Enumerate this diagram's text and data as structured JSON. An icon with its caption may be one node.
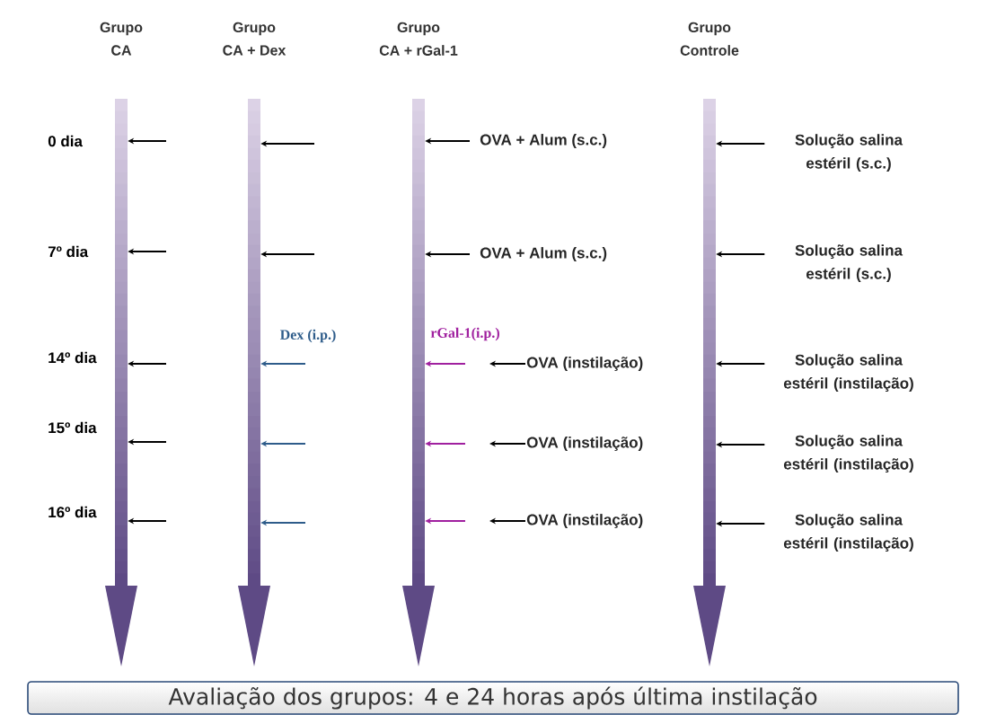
{
  "diagram": {
    "nodes": [
      {
        "text": [
          "Grupo",
          "CA"
        ]
      },
      {
        "text": [
          "Grupo",
          "CA + Dex"
        ]
      },
      {
        "text": [
          "Grupo",
          "CA + rGal-1"
        ]
      },
      {
        "text": [
          "Grupo",
          "Controle"
        ]
      },
      {
        "text": [
          "OVA + Alum (s.c.)"
        ]
      },
      {
        "text": [
          "OVA + Alum (s.c.)"
        ]
      },
      {
        "text": [
          "OVA (instilação)"
        ]
      },
      {
        "text": [
          "OVA (instilação)"
        ]
      },
      {
        "text": [
          "OVA (instilação)"
        ]
      },
      {
        "text": [
          "Solução salina estéril (s.c.)"
        ]
      },
      {
        "text": [
          "Solução salina estéril (s.c.)"
        ]
      },
      {
        "text": [
          "Solução salina estéril (instilação)"
        ]
      },
      {
        "text": [
          "Solução salina estéril (instilação)"
        ]
      },
      {
        "text": [
          "Solução salina estéril (instilação)"
        ]
      },
      {
        "text": [
          "Avaliação dos grupos: 4 e 24 horas após última instilação"
        ]
      }
    ],
    "edges": [
      {
        "from": null,
        "to": 0,
        "arrow": "to"
      },
      {
        "from": null,
        "to": 0,
        "arrow": "to"
      },
      {
        "from": null,
        "to": 0,
        "arrow": "to"
      },
      {
        "from": null,
        "to": 0,
        "arrow": "to"
      },
      {
        "from": null,
        "to": 0,
        "arrow": "to"
      },
      {
        "from": null,
        "to": 1,
        "arrow": "to"
      },
      {
        "from": null,
        "to": 1,
        "arrow": "to"
      },
      {
        "from": null,
        "to": 1,
        "arrow": "to",
        "color": "#2e5c8a"
      },
      {
        "from": null,
        "to": 1,
        "arrow": "to",
        "color": "#2e5c8a"
      },
      {
        "from": null,
        "to": 1,
        "arrow": "to",
        "color": "#2e5c8a"
      },
      {
        "from": 4,
        "to": 2,
        "arrow": "to"
      },
      {
        "from": 5,
        "to": 2,
        "arrow": "to"
      },
      {
        "from": null,
        "to": 2,
        "arrow": "to",
        "color": "#a0209f"
      },
      {
        "from": null,
        "to": 2,
        "arrow": "to",
        "color": "#a0209f"
      },
      {
        "from": null,
        "to": 2,
        "arrow": "to",
        "color": "#a0209f"
      },
      {
        "from": 6,
        "to": null,
        "arrow": "to"
      },
      {
        "from": 7,
        "to": null,
        "arrow": "to"
      },
      {
        "from": 8,
        "to": null,
        "arrow": "to"
      },
      {
        "from": 9,
        "to": 3,
        "arrow": "to"
      },
      {
        "from": 10,
        "to": 3,
        "arrow": "to"
      },
      {
        "from": 11,
        "to": 3,
        "arrow": "to"
      },
      {
        "from": 12,
        "to": 3,
        "arrow": "to"
      },
      {
        "from": 13,
        "to": 3,
        "arrow": "to"
      }
    ],
    "labels": [
      "0 dia",
      "7º dia",
      "14º dia",
      "15º dia",
      "16º dia",
      "Dex (i.p.)",
      "rGal-1(i.p.)"
    ]
  }
}
